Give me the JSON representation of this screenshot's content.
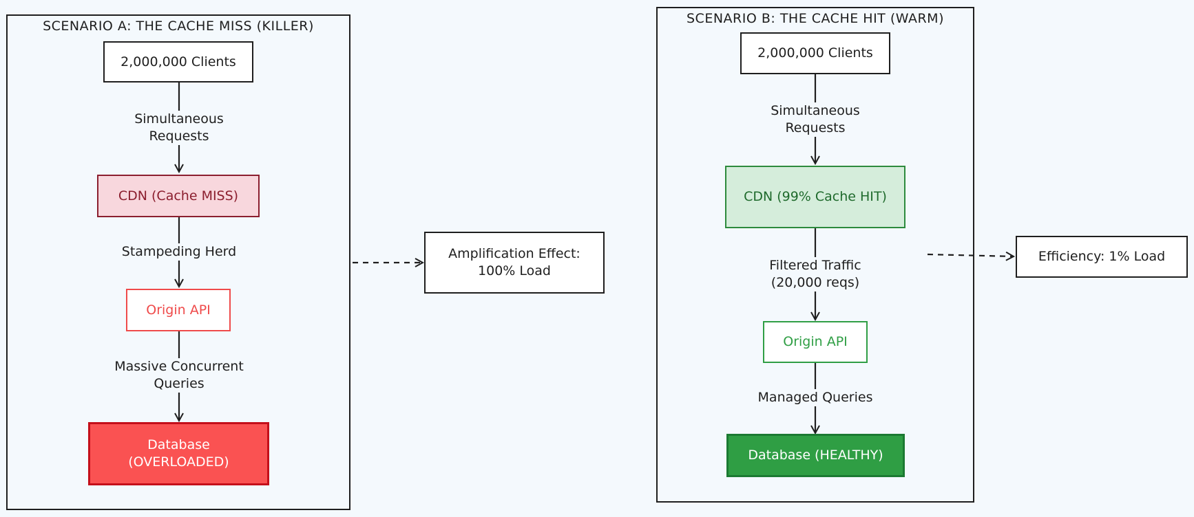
{
  "scenario_a": {
    "title": "SCENARIO A: THE CACHE MISS (KILLER)",
    "clients": "2,000,000 Clients",
    "label_requests": "Simultaneous\nRequests",
    "cdn": "CDN (Cache MISS)",
    "label_stampede": "Stampeding Herd",
    "origin": "Origin API",
    "label_queries": "Massive Concurrent\nQueries",
    "database": "Database\n(OVERLOADED)"
  },
  "scenario_b": {
    "title": "SCENARIO B: THE CACHE HIT (WARM)",
    "clients": "2,000,000 Clients",
    "label_requests": "Simultaneous\nRequests",
    "cdn": "CDN (99% Cache HIT)",
    "label_filtered": "Filtered Traffic\n(20,000 reqs)",
    "origin": "Origin API",
    "label_queries": "Managed Queries",
    "database": "Database (HEALTHY)"
  },
  "side_notes": {
    "amplification": "Amplification Effect:\n100% Load",
    "efficiency": "Efficiency: 1% Load"
  },
  "colors": {
    "background": "#f4f9fd",
    "miss_cdn_fill": "#f8d7dd",
    "miss_accent": "#fa5252",
    "hit_cdn_fill": "#d5eddb",
    "hit_accent": "#2f9e44"
  }
}
